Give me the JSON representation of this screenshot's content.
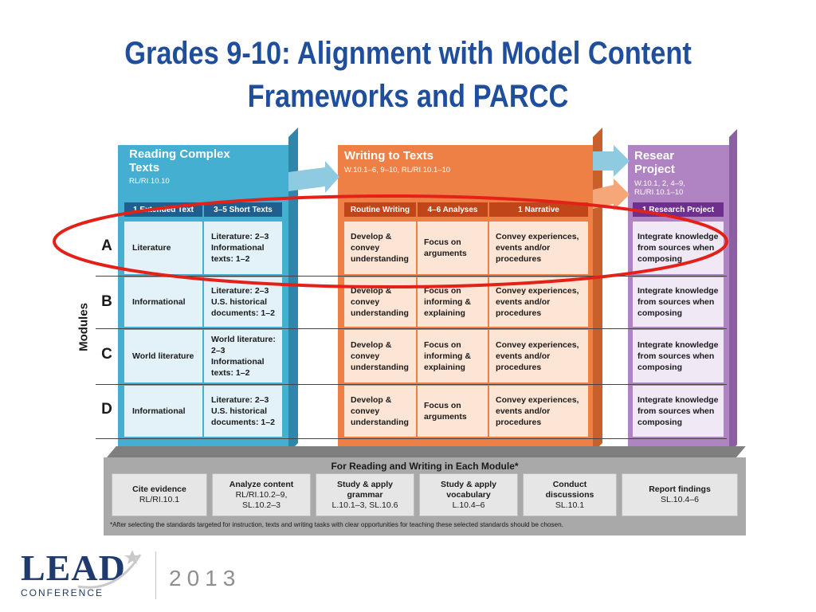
{
  "title": {
    "line1": "Grades 9-10: Alignment with Model Content",
    "line2": "Frameworks and PARCC"
  },
  "reading": {
    "title_line1": "Reading Complex",
    "title_line2": "Texts",
    "standards": "RL/RI.10.10",
    "col1_header": "1 Extended Text",
    "col2_header": "3–5 Short Texts"
  },
  "writing": {
    "title": "Writing to Texts",
    "standards": "W.10.1–6, 9–10, RL/RI.10.1–10",
    "col1_header": "Routine Writing",
    "col2_header": "4–6 Analyses",
    "col3_header": "1 Narrative"
  },
  "research": {
    "title_line1": "Resear",
    "title_line2": "Project",
    "standards_line1": "W.10.1, 2, 4–9,",
    "standards_line2": "RL/RI.10.1–10",
    "col_header": "1 Research Project"
  },
  "modules_label": "Modules",
  "modules": [
    {
      "letter": "A",
      "extended": "Literature",
      "short_1": "Literature: 2–3",
      "short_2": "Informational texts: 1–2",
      "routine": "Develop & convey understanding",
      "analyses": "Focus on arguments",
      "narrative": "Convey experiences, events and/or procedures",
      "research": "Integrate knowledge from sources when composing"
    },
    {
      "letter": "B",
      "extended": "Informational",
      "short_1": "Literature: 2–3",
      "short_2": "U.S. historical documents: 1–2",
      "routine": "Develop & convey understanding",
      "analyses": "Focus on informing & explaining",
      "narrative": "Convey experiences, events and/or procedures",
      "research": "Integrate knowledge from sources when composing"
    },
    {
      "letter": "C",
      "extended": "World literature",
      "short_1": "World literature: 2–3",
      "short_2": "Informational texts: 1–2",
      "routine": "Develop & convey understanding",
      "analyses": "Focus on informing & explaining",
      "narrative": "Convey experiences, events and/or procedures",
      "research": "Integrate knowledge from sources when composing"
    },
    {
      "letter": "D",
      "extended": "Informational",
      "short_1": "Literature: 2–3",
      "short_2": "U.S. historical documents: 1–2",
      "routine": "Develop & convey understanding",
      "analyses": "Focus on arguments",
      "narrative": "Convey experiences, events and/or procedures",
      "research": "Integrate knowledge from sources when composing"
    }
  ],
  "bottom": {
    "header": "For Reading and Writing in Each Module*",
    "boxes": [
      {
        "title": "Cite evidence",
        "standards": "RL/RI.10.1"
      },
      {
        "title": "Analyze content",
        "standards": "RL/RI.10.2–9, SL.10.2–3"
      },
      {
        "title": "Study & apply grammar",
        "standards": "L.10.1–3, SL.10.6"
      },
      {
        "title": "Study & apply vocabulary",
        "standards": "L.10.4–6"
      },
      {
        "title": "Conduct discussions",
        "standards": "SL.10.1"
      },
      {
        "title": "Report findings",
        "standards": "SL.10.4–6"
      }
    ],
    "footnote": "*After selecting the standards targeted for instruction, texts and writing tasks with clear opportunities for teaching these selected standards should be chosen."
  },
  "logo": {
    "lead": "LEAD",
    "conference": "CONFERENCE",
    "year": "2013"
  },
  "colors": {
    "title_blue": "#1f4e9c",
    "reading_blue": "#45afd2",
    "writing_orange": "#ee7f45",
    "research_purple": "#b083c2",
    "highlight_ellipse": "#e32119"
  }
}
